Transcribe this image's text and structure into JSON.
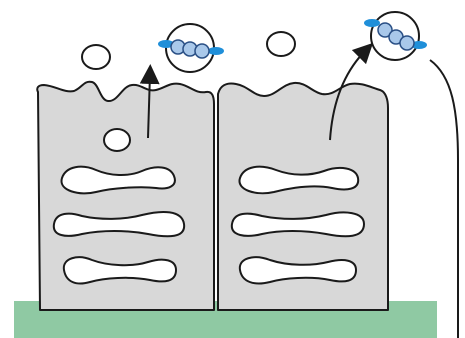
{
  "diagram": {
    "colors": {
      "background": "#ffffff",
      "cell_fill": "#d8d8d8",
      "outline": "#1a1a1a",
      "membrane": "#8fc9a3",
      "vesicle_fill": "#ffffff",
      "particle_fill": "#a9c8ea",
      "particle_stroke": "#2a4f85",
      "tab": "#1f8fd9"
    },
    "components": {
      "cells": [
        "left-cell",
        "right-cell"
      ],
      "free_vesicles": [
        "vesicle-above-left-cell",
        "vesicle-inside-left-cell",
        "vesicle-above-right-cell"
      ],
      "loaded_vesicles": [
        "loaded-vesicle-left",
        "loaded-vesicle-right"
      ],
      "arrows": [
        "secretion-arrow-left",
        "secretion-arrow-right",
        "long-curve"
      ]
    }
  }
}
